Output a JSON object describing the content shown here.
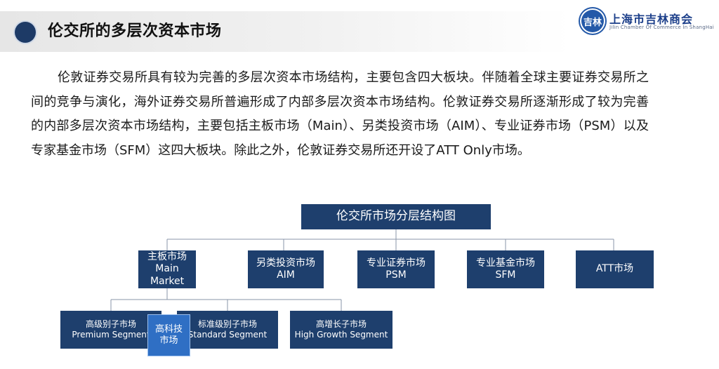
{
  "header": {
    "title": "伦交所的多层次资本市场"
  },
  "logo": {
    "seal_text": "吉林",
    "name_cn": "上海市吉林商会",
    "name_en": "Jilin Chamber Of Commerce In ShangHai"
  },
  "paragraph": "伦敦证券交易所具有较为完善的多层次资本市场结构，主要包含四大板块。伴随着全球主要证券交易所之间的竞争与演化，海外证券交易所普遍形成了内部多层次资本市场结构。伦敦证券交易所逐渐形成了较为完善的内部多层次资本市场结构，主要包括主板市场（Main）、另类投资市场（AIM）、专业证券市场（PSM）以及专家基金市场（SFM）这四大板块。除此之外，伦敦证券交易所还开设了ATT Only市场。",
  "diagram": {
    "root": {
      "label": "伦交所市场分层结构图"
    },
    "level1": [
      {
        "cn": "主板市场",
        "en": "Main Market"
      },
      {
        "cn": "另类投资市场",
        "en": "AIM"
      },
      {
        "cn": "专业证券市场",
        "en": "PSM"
      },
      {
        "cn": "专业基金市场",
        "en": "SFM"
      },
      {
        "cn": "ATT市场",
        "en": ""
      }
    ],
    "level2": [
      {
        "cn": "高级别子市场",
        "en": "Premium Segment"
      },
      {
        "cn": "标准级别子市场",
        "en": "Standard Segment"
      },
      {
        "cn": "高增长子市场",
        "en": "High Growth Segment"
      }
    ],
    "highlight": {
      "line1": "高科技",
      "line2": "市场"
    }
  },
  "colors": {
    "box": "#1e3f6d",
    "highlight": "#2f6fc4",
    "title_dot": "#1d3a66",
    "logo": "#2459a8"
  }
}
